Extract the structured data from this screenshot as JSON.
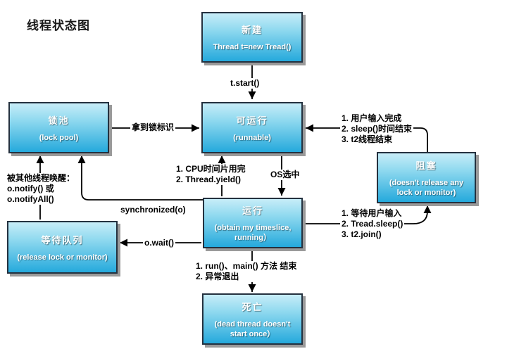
{
  "title": "线程状态图",
  "colors": {
    "node_gradient_top": "#c7edf8",
    "node_gradient_bottom": "#25a9dc",
    "node_border": "#24313f",
    "node_shadow": "#9a9a9a",
    "node_text": "#ffffff",
    "connector": "#000000",
    "label_text": "#000000",
    "background": "#ffffff"
  },
  "nodes": {
    "new": {
      "title": "新建",
      "subtitle": "Thread t=new Tread()"
    },
    "runnable": {
      "title": "可运行",
      "subtitle": "(runnable)"
    },
    "lock_pool": {
      "title": "锁池",
      "subtitle": "(lock pool)"
    },
    "blocked": {
      "title": "阻塞",
      "subtitle": "(doesn't release any lock or monitor)"
    },
    "running": {
      "title": "运行",
      "subtitle": "(obtain my timeslice, running）"
    },
    "wait_queue": {
      "title": "等待队列",
      "subtitle": "(release lock or monitor)"
    },
    "dead": {
      "title": "死亡",
      "subtitle": "(dead thread doesn't start once）"
    }
  },
  "edges": {
    "t_start": "t.start()",
    "got_lock": "拿到锁标识",
    "blocked_to_runnable": [
      "1. 用户输入完成",
      "2. sleep()时间结束",
      "3. t2线程结束"
    ],
    "os_select": "OS选中",
    "yield_to_runnable": [
      "1. CPU时间片用完",
      "2. Thread.yield()"
    ],
    "synchronized": "synchronized(o)",
    "wakeup": [
      "被其他线程唤醒：",
      "o.notify() 或",
      "o.notifyAll()"
    ],
    "o_wait": "o.wait()",
    "running_to_blocked": [
      "1. 等待用户输入",
      "2. Tread.sleep()",
      "3. t2.join()"
    ],
    "running_to_dead": [
      "1. run()、main() 方法 结束",
      "2. 异常退出"
    ]
  }
}
